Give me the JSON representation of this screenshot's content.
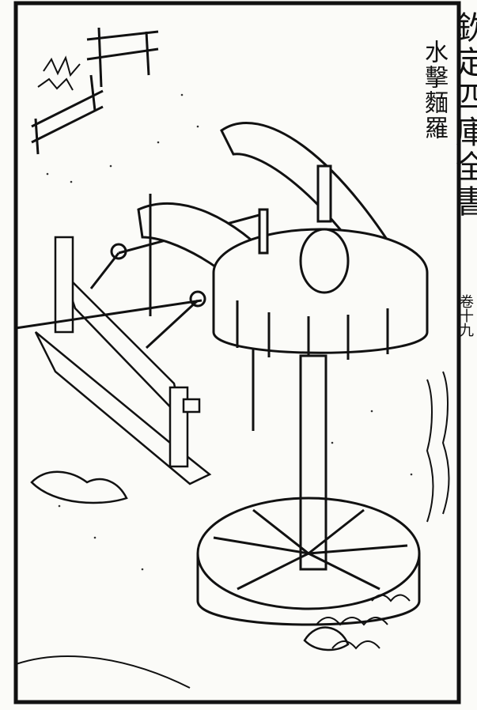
{
  "caption": "水擊麵羅",
  "header": "欽定四庫全書",
  "margin_label": "卷十九"
}
